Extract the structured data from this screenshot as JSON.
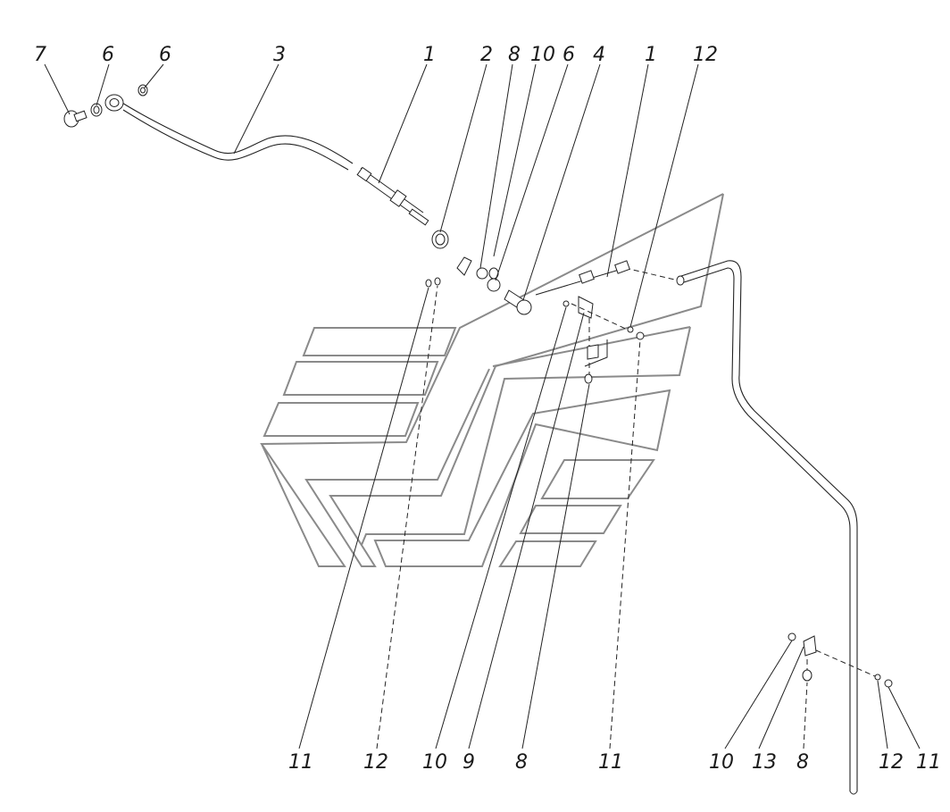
{
  "diagram": {
    "callouts_top": [
      "7",
      "6",
      "6",
      "3",
      "1",
      "2",
      "8",
      "10",
      "6",
      "4",
      "1",
      "12"
    ],
    "callouts_bottom": [
      "11",
      "12",
      "10",
      "9",
      "8",
      "11",
      "10",
      "13",
      "8",
      "12",
      "11"
    ]
  }
}
